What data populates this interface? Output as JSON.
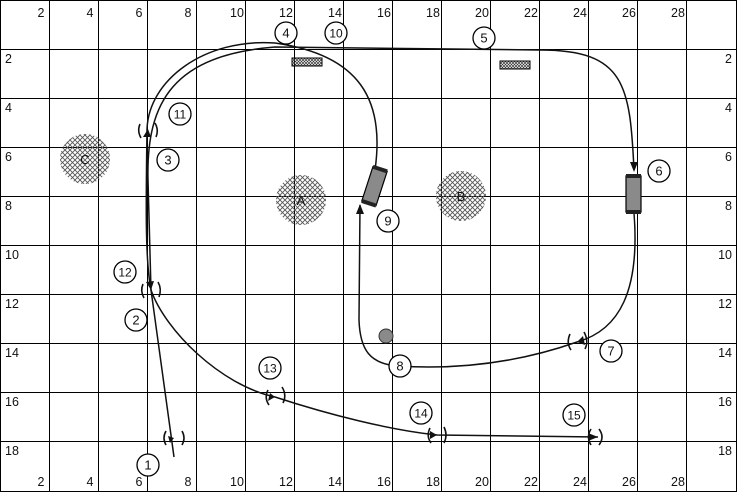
{
  "grid": {
    "top_labels": [
      "2",
      "4",
      "6",
      "8",
      "10",
      "12",
      "14",
      "16",
      "18",
      "20",
      "22",
      "24",
      "26",
      "28"
    ],
    "bottom_labels": [
      "2",
      "4",
      "6",
      "8",
      "10",
      "12",
      "14",
      "16",
      "18",
      "20",
      "22",
      "24",
      "26",
      "28"
    ],
    "left_labels": [
      "2",
      "4",
      "6",
      "8",
      "10",
      "12",
      "14",
      "16",
      "18"
    ],
    "right_labels": [
      "2",
      "4",
      "6",
      "8",
      "10",
      "12",
      "14",
      "16",
      "18"
    ]
  },
  "zones": [
    {
      "id": "C",
      "label": "C"
    },
    {
      "id": "A",
      "label": "A"
    },
    {
      "id": "B",
      "label": "B"
    }
  ],
  "markers": [
    "1",
    "2",
    "3",
    "4",
    "5",
    "6",
    "7",
    "8",
    "9",
    "10",
    "11",
    "12",
    "13",
    "14",
    "15"
  ],
  "colors": {
    "line": "#111111",
    "grid": "#000000",
    "hatch": "#555555",
    "pole": "#8a8a8a"
  }
}
